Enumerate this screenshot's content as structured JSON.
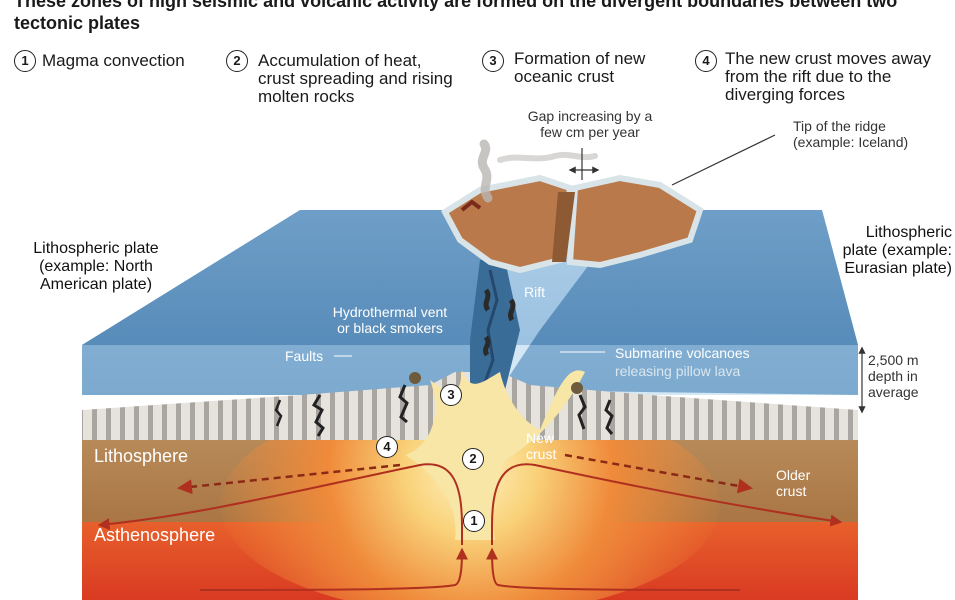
{
  "title": "These zones of high seismic and volcanic activity are formed on the divergent boundaries between two tectonic plates",
  "steps": [
    {
      "num": "1",
      "text": "Magma convection"
    },
    {
      "num": "2",
      "text": "Accumulation of heat, crust spreading and rising molten rocks"
    },
    {
      "num": "3",
      "text": "Formation of new oceanic crust"
    },
    {
      "num": "4",
      "text": "The new crust moves away from the rift due to the diverging forces"
    }
  ],
  "labels": {
    "gap": "Gap increasing by a few cm per  year",
    "tip": "Tip of the ridge (example: Iceland)",
    "left_plate": "Lithospheric plate (example: North American plate)",
    "right_plate": "Lithospheric plate (example: Eurasian plate)",
    "rift": "Rift",
    "hydrothermal": "Hydrothermal vent or black smokers",
    "faults": "Faults",
    "submarine_title": "Submarine volcanoes",
    "submarine_sub": "releasing pillow lava",
    "depth": "2,500 m depth in average",
    "new_crust": "New crust",
    "older_crust": "Older crust",
    "lithosphere": "Lithosphere",
    "asthenosphere": "Asthenosphere"
  },
  "diagram_numbers": [
    "1",
    "2",
    "3",
    "4"
  ],
  "colors": {
    "ocean": "#5f93c0",
    "ocean_light": "#a9cfe9",
    "lithosphere": "#b07f4e",
    "asthenosphere": "#e4472a",
    "magma": "#f7e6a6",
    "island": "#b9794b",
    "arrow": "#b0301f"
  }
}
